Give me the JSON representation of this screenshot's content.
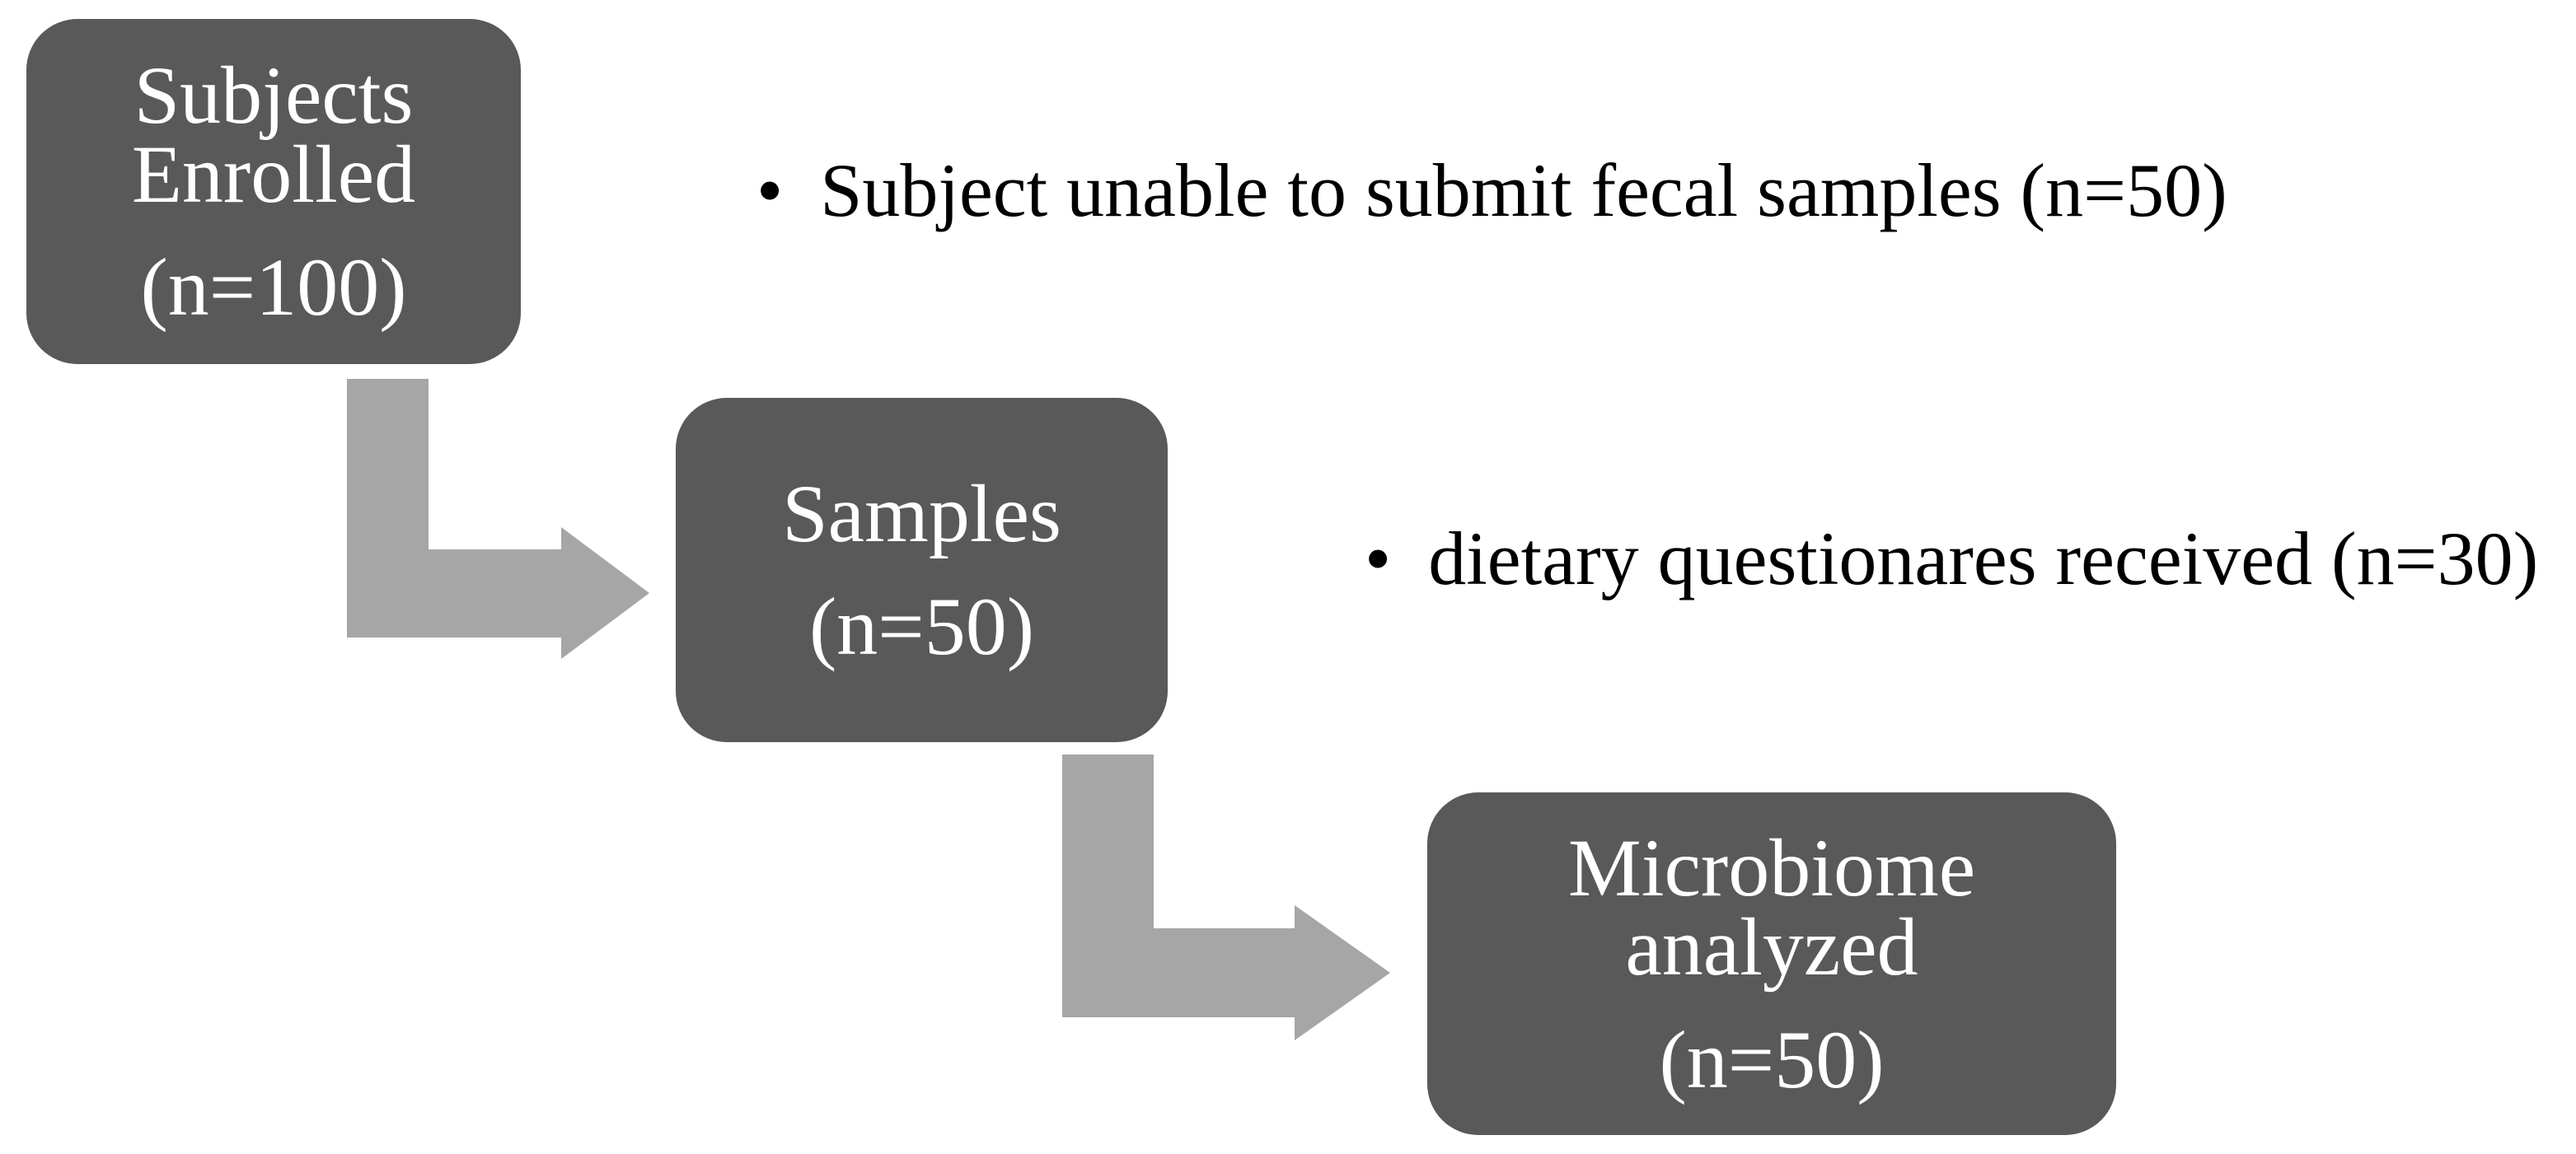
{
  "colors": {
    "background": "#ffffff",
    "node_fill": "#595959",
    "node_text": "#ffffff",
    "arrow_fill": "#a6a6a6",
    "bullet_text": "#000000"
  },
  "flowchart": {
    "nodes": [
      {
        "label": "Subjects Enrolled",
        "count": "(n=100)"
      },
      {
        "label": "Samples",
        "count": "(n=50)"
      },
      {
        "label": "Microbiome analyzed",
        "count": "(n=50)"
      }
    ],
    "bullets": [
      {
        "marker": "•",
        "text": "Subject unable to submit fecal samples (n=50)"
      },
      {
        "marker": "•",
        "text": "dietary questionares received (n=30)"
      }
    ]
  }
}
